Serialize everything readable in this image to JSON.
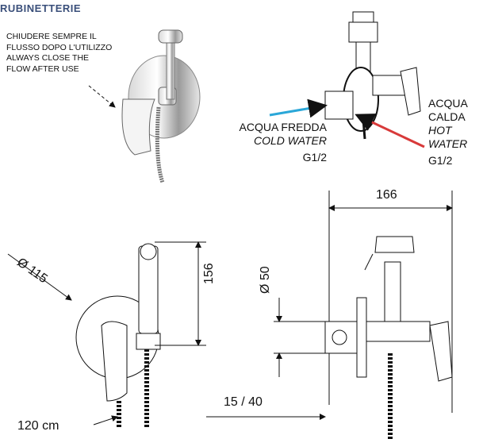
{
  "brand": "RUBINETTERIE",
  "note": [
    "CHIUDERE SEMPRE IL",
    "FLUSSO DOPO L'UTILIZZO",
    "ALWAYS CLOSE THE",
    "FLOW AFTER  USE"
  ],
  "cold": {
    "it": "ACQUA FREDDA",
    "en": "COLD WATER",
    "size": "G1/2",
    "color": "#2aa7d8"
  },
  "hot": {
    "it1": "ACQUA",
    "it2": "CALDA",
    "en1": "HOT",
    "en2": "WATER",
    "size": "G1/2",
    "color": "#d83a3a"
  },
  "dims": {
    "width": "166",
    "height": "156",
    "diameter_plate": "Ø 115",
    "diameter_body": "Ø 50",
    "depth": "15 / 40",
    "hose": "120 cm"
  }
}
